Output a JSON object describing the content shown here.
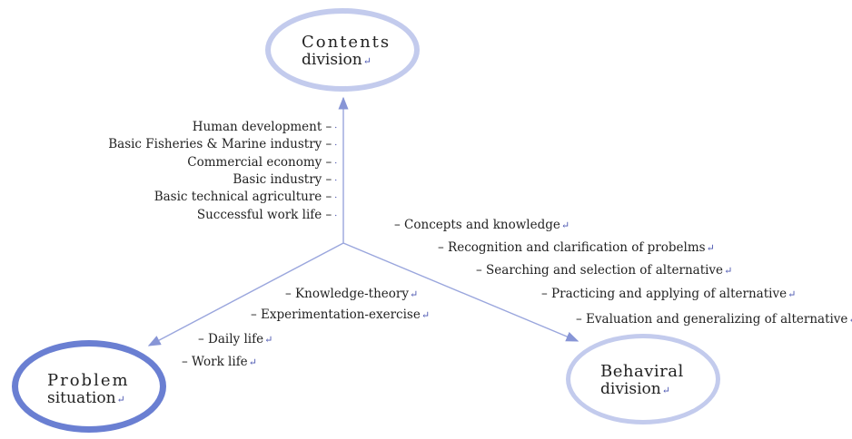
{
  "nodes": {
    "contents": {
      "line1": "Contents",
      "line2": "division"
    },
    "problem": {
      "line1": "Problem",
      "line2": "situation"
    },
    "behavioral": {
      "line1": "Behaviral",
      "line2": "division"
    }
  },
  "contents_items": [
    "Human development –",
    "Basic Fisheries & Marine industry –",
    "Commercial economy –",
    "Basic industry –",
    "Basic technical agriculture –",
    "Successful work life –"
  ],
  "behavioral_items": [
    "– Concepts and knowledge",
    "– Recognition and clarification of probelms",
    "– Searching and selection of alternative",
    "– Practicing and applying of alternative",
    "– Evaluation and generalizing of alternative"
  ],
  "problem_items": [
    "– Knowledge-theory",
    "– Experimentation-exercise",
    "– Daily life",
    "– Work life"
  ],
  "colors": {
    "axis": "#9aa6dd",
    "node_light": "#c3cbed",
    "node_dark": "#6a7fd2",
    "arrow": "#8795d6"
  }
}
